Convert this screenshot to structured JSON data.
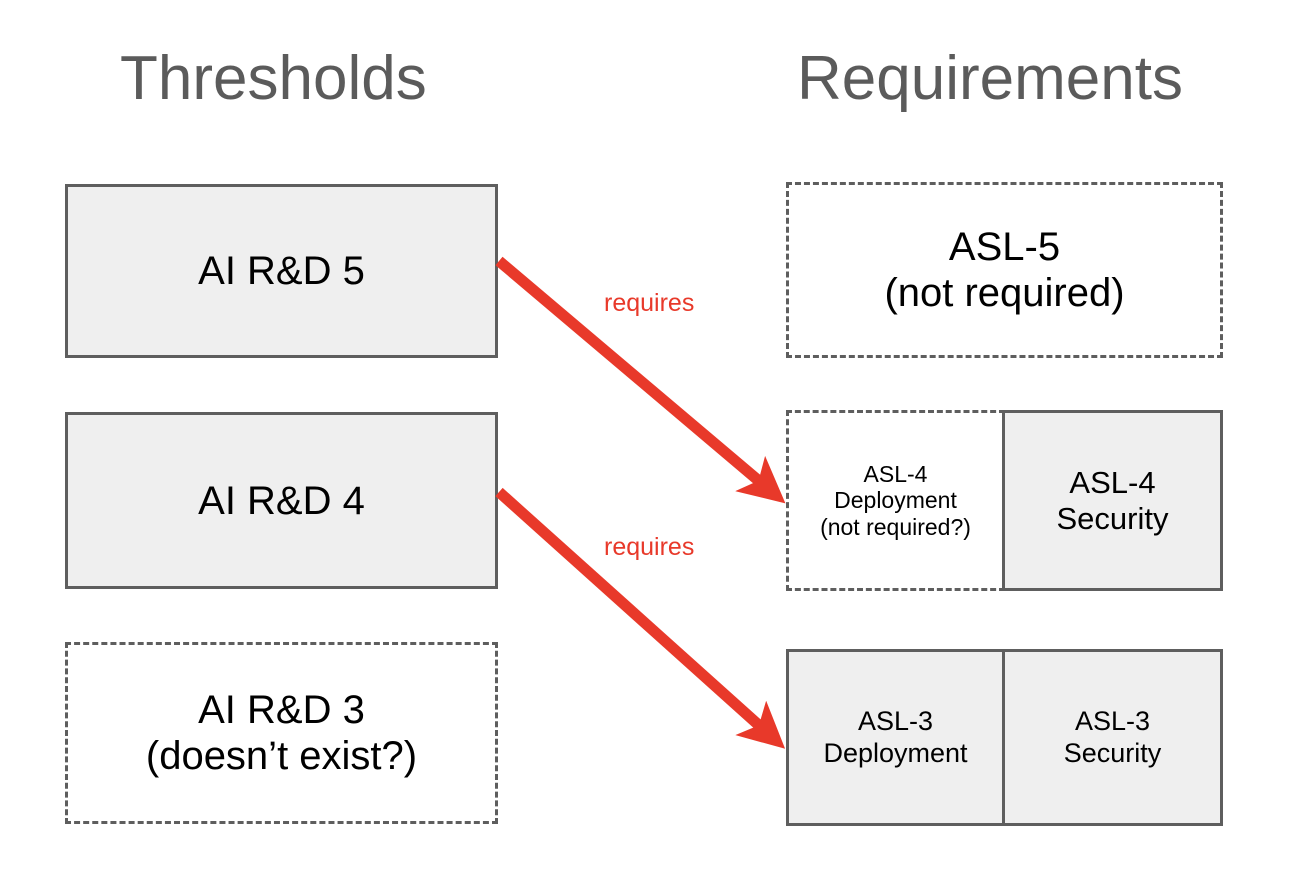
{
  "diagram": {
    "title_columns": {
      "left": "Thresholds",
      "right": "Requirements"
    },
    "colors": {
      "box_fill": "#efefef",
      "box_border": "#5e5e5e",
      "header_text": "#5b5b5b",
      "arrow_red": "#e8392a",
      "body_text": "#000000",
      "background": "#ffffff"
    },
    "thresholds": [
      {
        "id": "ai-rnd-5",
        "label": "AI R&D 5",
        "style": "solid"
      },
      {
        "id": "ai-rnd-4",
        "label": "AI R&D 4",
        "style": "solid"
      },
      {
        "id": "ai-rnd-3",
        "label": "AI R&D 3\n(doesn’t exist?)",
        "style": "dashed"
      }
    ],
    "requirements": [
      {
        "id": "asl-5",
        "label": "ASL-5\n(not required)",
        "style": "dashed"
      },
      {
        "id": "asl-4-deployment",
        "label": "ASL-4\nDeployment\n(not required?)",
        "style": "dashed"
      },
      {
        "id": "asl-4-security",
        "label": "ASL-4\nSecurity",
        "style": "solid"
      },
      {
        "id": "asl-3-deployment",
        "label": "ASL-3\nDeployment",
        "style": "solid"
      },
      {
        "id": "asl-3-security",
        "label": "ASL-3\nSecurity",
        "style": "solid"
      }
    ],
    "edges": [
      {
        "id": "edge-airnd5-asl4",
        "label": "requires",
        "from": "ai-rnd-5",
        "to": "asl-4-deployment"
      },
      {
        "id": "edge-airnd4-asl3",
        "label": "requires",
        "from": "ai-rnd-4",
        "to": "asl-3-deployment"
      }
    ]
  }
}
